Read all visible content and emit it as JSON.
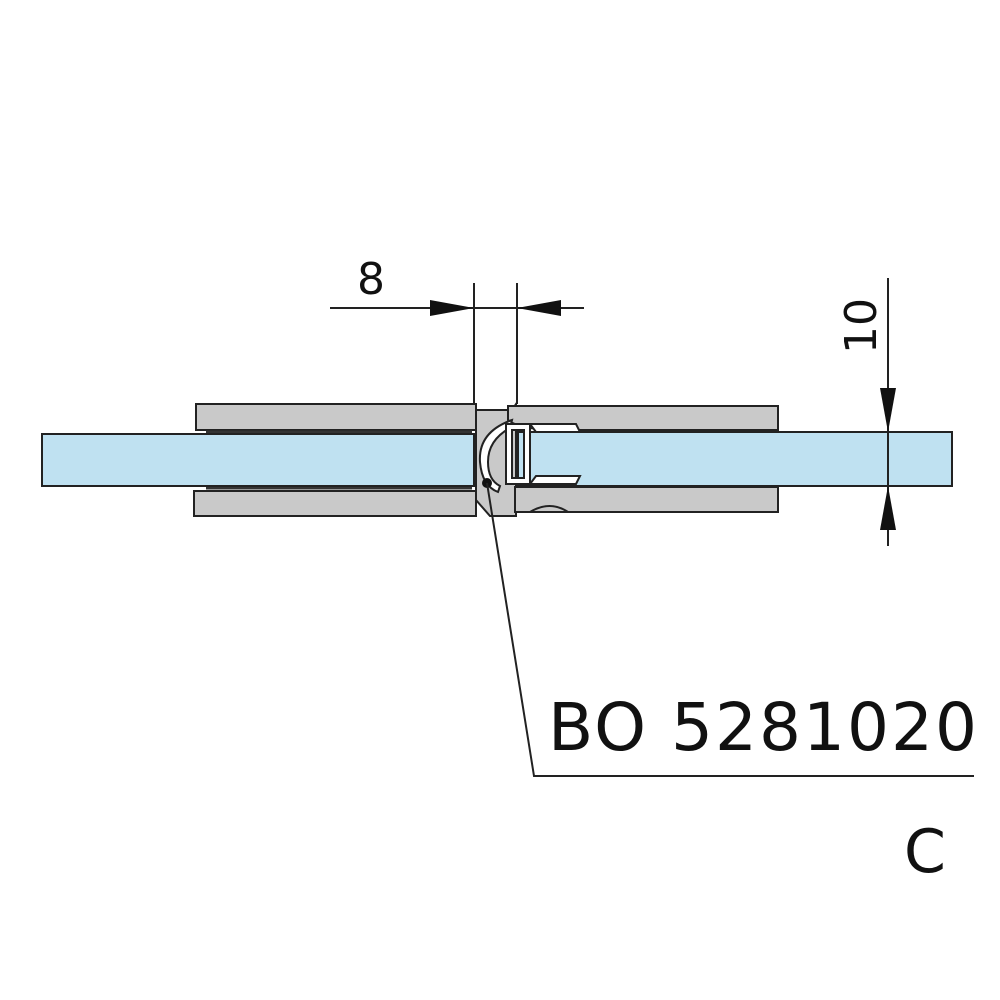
{
  "dimensions": {
    "gap": {
      "value": "8"
    },
    "thickness": {
      "value": "10"
    }
  },
  "part": {
    "code": "BO 5281020",
    "variant": "C"
  },
  "colors": {
    "glass": "#bfe1f1",
    "clamp": "#c9c9c9",
    "line": "#222222"
  }
}
